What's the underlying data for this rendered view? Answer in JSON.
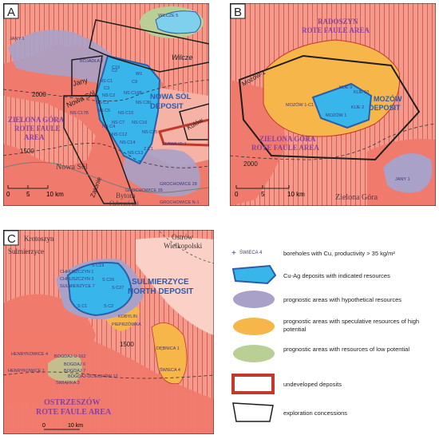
{
  "panels": {
    "a": {
      "letter": "A",
      "region_zg": [
        "ZIELONA GÓRA",
        "ROTE FAULE",
        "AREA"
      ],
      "deposit": [
        "NOWA SÓL",
        "DEPOSIT"
      ],
      "concessions": [
        "Wilcze",
        "Jany",
        "Nowa Sól",
        "Kulów",
        "Zatonie"
      ],
      "contours": [
        "2000",
        "1500"
      ],
      "town": "Nowa Sól",
      "town2": [
        "Bytom",
        "Odrzański"
      ],
      "scale": [
        "0",
        "5",
        "10 km"
      ],
      "boreholes": [
        "JANY 1",
        "BOJADŁA 2",
        "WILCZE 5",
        "NS C17B",
        "NS C3",
        "NS C1",
        "NS C4",
        "NS C15",
        "NS C16B",
        "NS C30",
        "NS C16",
        "NS C14",
        "NS C25",
        "NS C13",
        "SŁAWA IG-1",
        "GROCHOWICE 28",
        "GROCHOWICE 35",
        "GROCHOWICE N-1",
        "Z C1",
        "W1",
        "C2",
        "C3",
        "C19",
        "C9",
        "NS C2",
        "NS C12",
        "NS C5",
        "NS C7"
      ]
    },
    "b": {
      "letter": "B",
      "region_top": [
        "RADOSZYN",
        "ROTE FAULE AREA"
      ],
      "region_zg": [
        "ZIELONA GÓRA",
        "ROTE FAULE AREA"
      ],
      "deposit": [
        "MOZÓW",
        "DEPOSIT"
      ],
      "concession": "Mozów-1",
      "contour": "2000",
      "town": "Zielona Góra",
      "scale": [
        "0",
        "5",
        "10 km"
      ],
      "boreholes": [
        "KIJE 9",
        "KIJE 10",
        "MOZÓW 1-C1",
        "MOZÓW 1",
        "KIJE 2",
        "JANY 1"
      ]
    },
    "c": {
      "letter": "C",
      "towns": [
        "Krotoszyn",
        "Sulmierzyce",
        "Ostrów",
        "Wielkopolski"
      ],
      "deposit": [
        "SULMIERZYCE",
        "NORTH DEPOSIT"
      ],
      "region": [
        "OSTRZESZÓW",
        "ROTE FAULE AREA"
      ],
      "contour": "1500",
      "scale": [
        "0",
        "10 km"
      ],
      "boreholes": [
        "S C19",
        "CHRUSZCZYN 1",
        "CHRUSZCZYN 3",
        "S C26",
        "SULMIERZYCE 7",
        "S C27",
        "S C1",
        "S C2",
        "KOBYLIN",
        "PIEPRZÓWKA",
        "HENRYKOWICE 4",
        "HENRYKOWICE 1",
        "BOGDAJ-U-162",
        "BOGDAJ 6",
        "BOGDAJ 7",
        "BOGDAJ-UCIECHÓW 12",
        "SWIĄRKA 3",
        "DĘBNICA 1",
        "ŚWIECA 4"
      ]
    }
  },
  "legend": {
    "items": [
      {
        "key": "borehole",
        "text": "boreholes with Cu, productivity > 35 kg/m²",
        "symbol_label": "ŚWIECA 4"
      },
      {
        "key": "cuag",
        "text": "Cu-Ag deposits with indicated resources"
      },
      {
        "key": "hyp",
        "text": "prognostic areas with hypothetical resources"
      },
      {
        "key": "spec",
        "text": "prognostic areas with speculative resources of high potential"
      },
      {
        "key": "low",
        "text": "prognostic areas with resources of low potential"
      },
      {
        "key": "undev",
        "text": "undeveloped deposits"
      },
      {
        "key": "conc",
        "text": "exploration concessions"
      }
    ]
  },
  "colors": {
    "red_area": "#f07a6c",
    "pale_area": "#f9c2b6",
    "hyp": "#a9a1c8",
    "spec": "#f7b64a",
    "low": "#b9cf95",
    "deposit": "#38b6ec",
    "deposit_edge": "#2a5fa8",
    "undev": "#c0392b",
    "conc": "#1e1e1e",
    "label_purple": "#8b3fa0",
    "label_blue": "#2b5bb0"
  }
}
